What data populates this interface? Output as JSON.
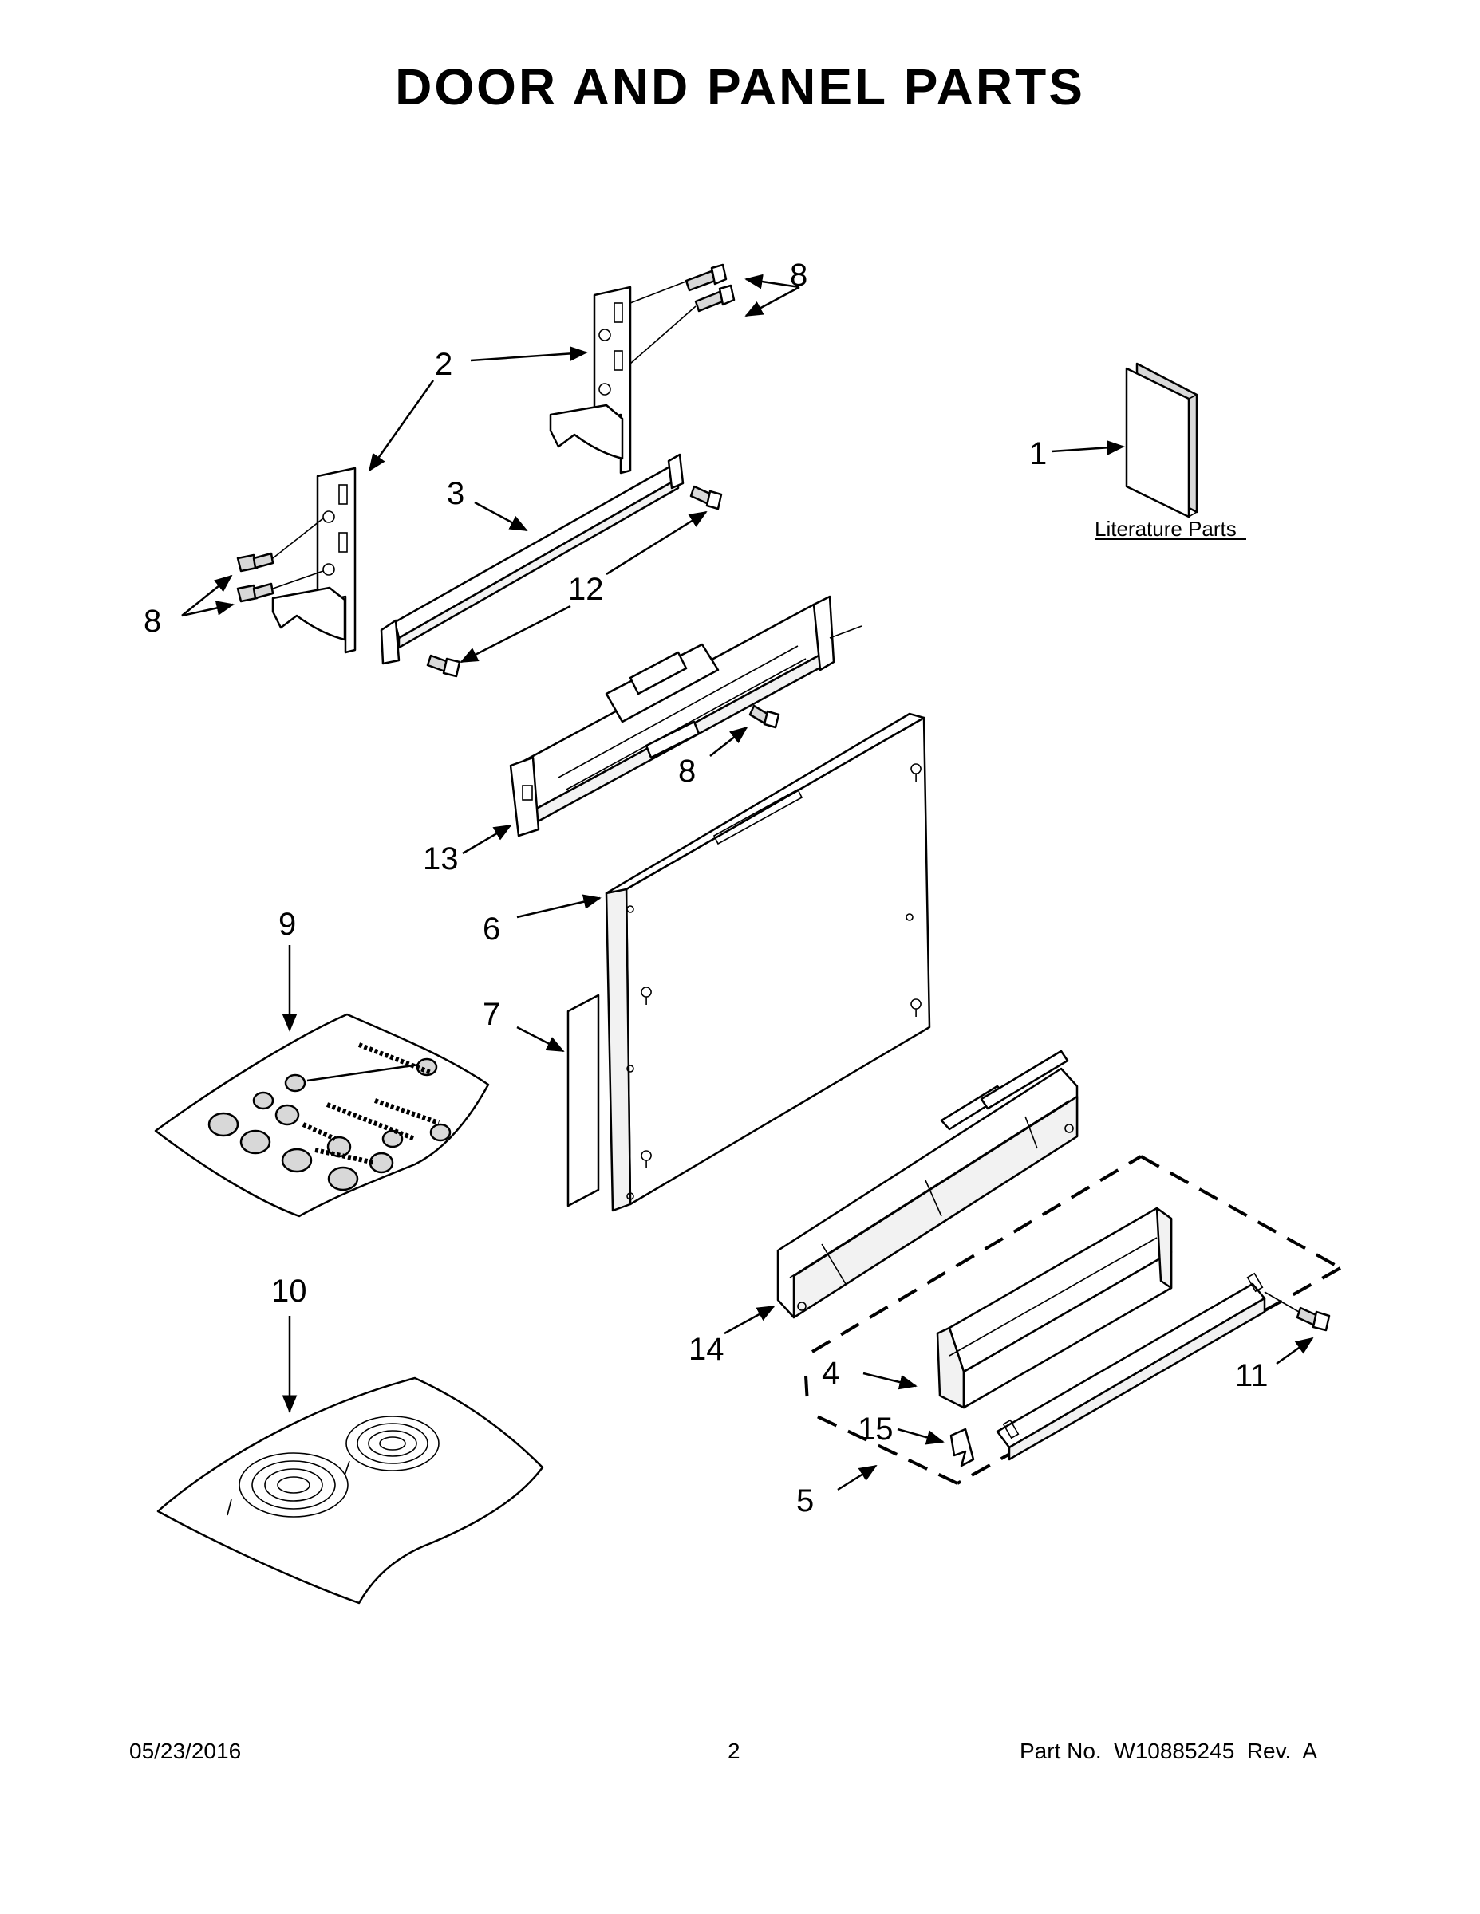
{
  "page": {
    "title": "DOOR AND PANEL PARTS",
    "literature_label": "Literature Parts",
    "footer": {
      "date": "05/23/2016",
      "page_number": "2",
      "part_no": "Part No.  W10885245  Rev.  A"
    }
  },
  "callouts": {
    "c1": "1",
    "c2": "2",
    "c3": "3",
    "c4": "4",
    "c5": "5",
    "c6": "6",
    "c7": "7",
    "c8_top": "8",
    "c8_left": "8",
    "c8_mid": "8",
    "c9": "9",
    "c10": "10",
    "c11": "11",
    "c12": "12",
    "c13": "13",
    "c14": "14",
    "c15": "15"
  }
}
